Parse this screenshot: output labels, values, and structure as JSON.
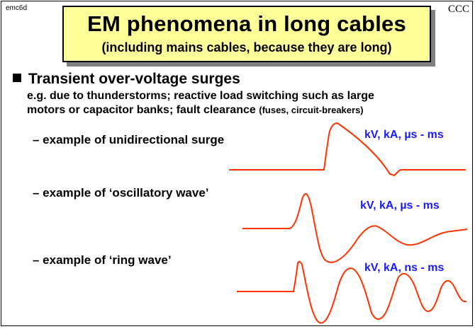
{
  "slide_tag": "emc6d",
  "corner_label": "CCC",
  "title": "EM phenomena in long cables",
  "subtitle": "(including mains cables, because they are long)",
  "bullet": "Transient over-voltage surges",
  "description_line1": "e.g. due to thunderstorms; reactive load switching such as large",
  "description_line2": "motors or capacitor banks; fault clearance",
  "description_note": "(fuses, circuit-breakers)",
  "examples": [
    {
      "label": "– example of unidirectional surge",
      "units": "kV, kA, µs - ms"
    },
    {
      "label": "– example of ‘oscillatory wave’",
      "units": "kV, kA, µs - ms"
    },
    {
      "label": "– example of ‘ring wave’",
      "units": "kV, kA, ns - ms"
    }
  ],
  "colors": {
    "title_fill": "#ffff99",
    "waveform": "#ff3300",
    "units_text": "#1a1aff"
  }
}
